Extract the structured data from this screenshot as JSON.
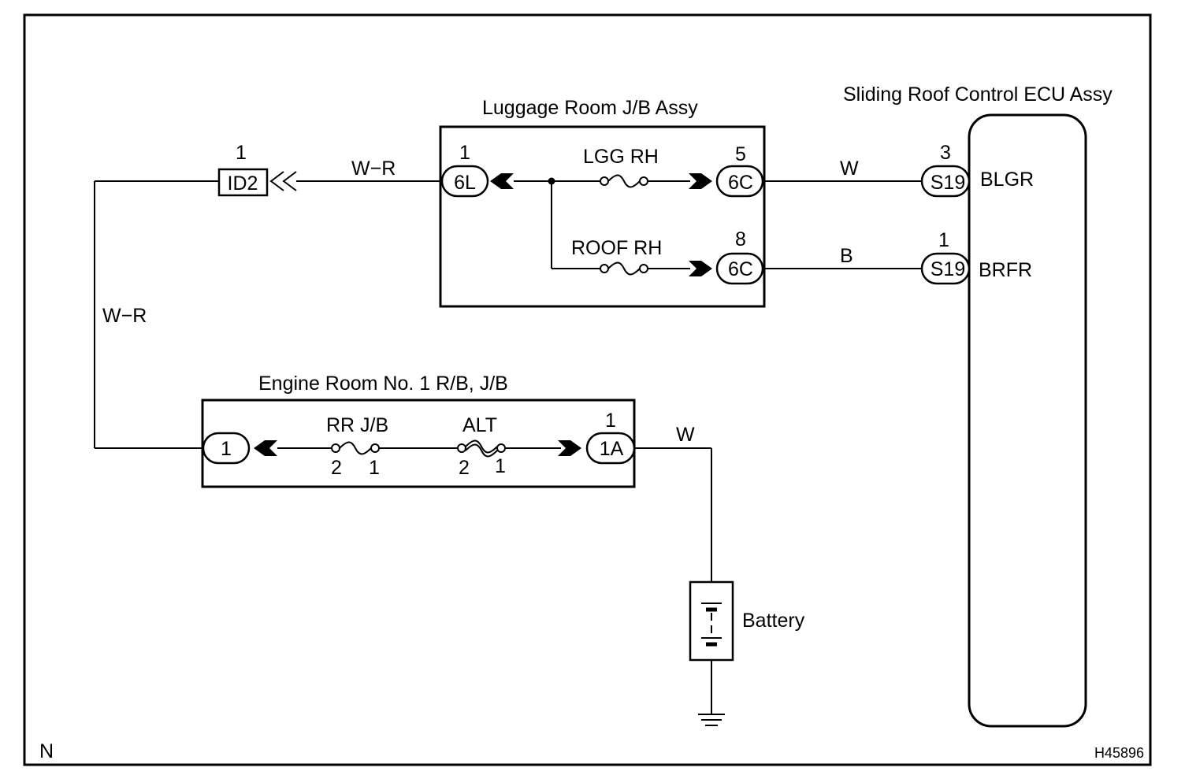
{
  "footer": {
    "left_mark": "N",
    "figure_id": "H45896"
  },
  "ecu": {
    "title": "Sliding Roof Control ECU Assy",
    "terminals": [
      {
        "pin": "3",
        "connector": "S19",
        "name": "BLGR"
      },
      {
        "pin": "1",
        "connector": "S19",
        "name": "BRFR"
      }
    ]
  },
  "luggage_jb": {
    "title": "Luggage Room J/B Assy",
    "input": {
      "pin": "1",
      "connector": "6L"
    },
    "fuses": [
      {
        "name": "LGG RH",
        "out_pin": "5",
        "out_connector": "6C"
      },
      {
        "name": "ROOF RH",
        "out_pin": "8",
        "out_connector": "6C"
      }
    ]
  },
  "junction": {
    "pin": "1",
    "connector": "ID2"
  },
  "engine_rb": {
    "title": "Engine Room No. 1 R/B, J/B",
    "output": {
      "connector": "1"
    },
    "input": {
      "pin": "1",
      "connector": "1A"
    },
    "fuses": [
      {
        "name": "RR J/B",
        "pin_left": "2",
        "pin_right": "1"
      },
      {
        "name": "ALT",
        "pin_left": "2",
        "pin_right": "1"
      }
    ]
  },
  "wires": {
    "jb_to_id2": "W−R",
    "vertical": "W−R",
    "to_blgr": "W",
    "to_brfr": "B",
    "battery_feed": "W"
  },
  "battery": {
    "label": "Battery"
  }
}
